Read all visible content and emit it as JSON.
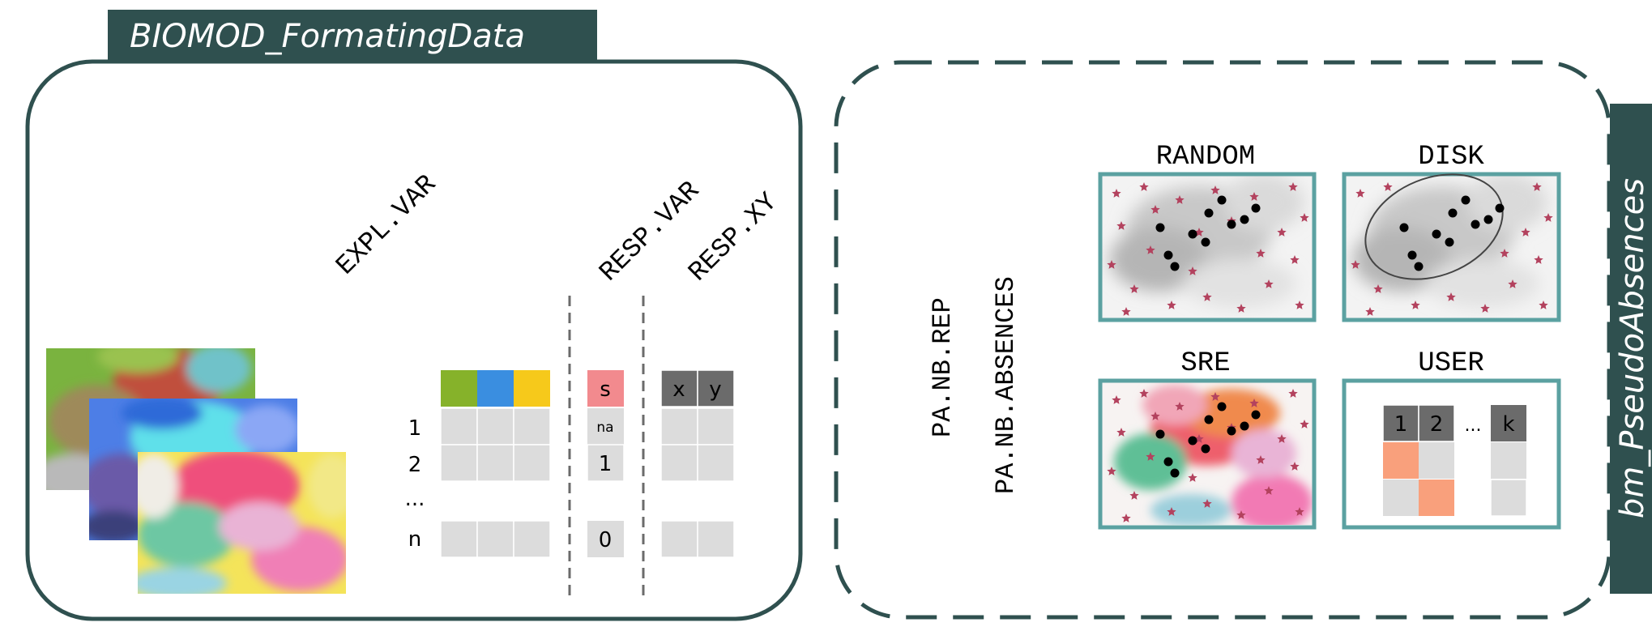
{
  "left_panel": {
    "title": "BIOMOD_FormatingData",
    "labels": {
      "expl_var": "EXPL.VAR",
      "resp_var": "RESP.VAR",
      "resp_xy": "RESP.XY"
    },
    "row_labels": [
      "1",
      "2",
      "...",
      "n"
    ],
    "expl_header_colors": [
      "#86b22a",
      "#3a8ee0",
      "#f6c91b"
    ],
    "resp_header": "s",
    "resp_values": [
      "na",
      "1",
      "",
      "0"
    ],
    "xy_headers": [
      "x",
      "y"
    ]
  },
  "right_panel": {
    "side_title": "bm_PseudoAbsences",
    "params": [
      "PA.NB.REP",
      "PA.NB.ABSENCES"
    ],
    "strategies": [
      "RANDOM",
      "DISK",
      "SRE",
      "USER"
    ],
    "user_headers": [
      "1",
      "2",
      "...",
      "k"
    ]
  },
  "colors": {
    "primary": "#2f504f",
    "frame_teal": "#5ba1a1",
    "star": "#b3425e",
    "cell_gray": "#dcdcdc",
    "header_gray": "#6b6b6b",
    "resp_pink": "#f28a8e",
    "user_orange": "#f9a07c"
  }
}
